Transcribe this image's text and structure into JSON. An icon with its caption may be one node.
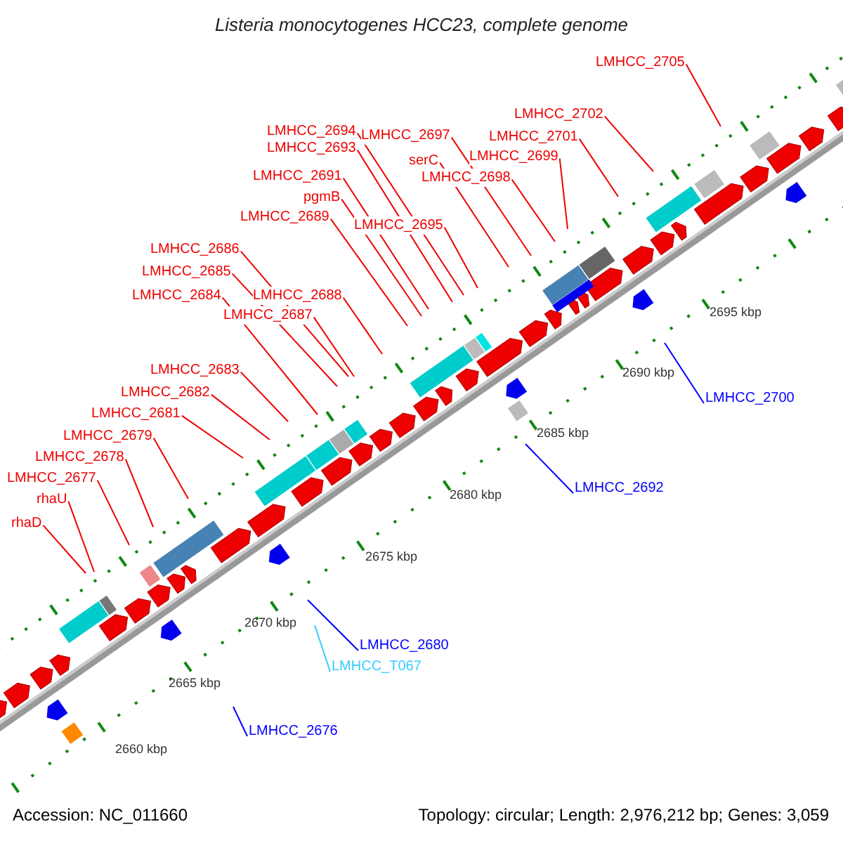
{
  "diagram": {
    "title": "Listeria monocytogenes HCC23, complete genome",
    "nodes": [
      {
        "text": [
          "LMHCC_2705"
        ]
      },
      {
        "text": [
          "LMHCC_2702"
        ]
      },
      {
        "text": [
          "LMHCC_2694"
        ]
      },
      {
        "text": [
          "LMHCC_2697"
        ]
      },
      {
        "text": [
          "LMHCC_2701"
        ]
      },
      {
        "text": [
          "LMHCC_2693"
        ]
      },
      {
        "text": [
          "LMHCC_2699"
        ]
      },
      {
        "text": [
          "serC"
        ]
      },
      {
        "text": [
          "LMHCC_2691"
        ]
      },
      {
        "text": [
          "LMHCC_2698"
        ]
      },
      {
        "text": [
          "pgmB"
        ]
      },
      {
        "text": [
          "LMHCC_2689"
        ]
      },
      {
        "text": [
          "LMHCC_2695"
        ]
      },
      {
        "text": [
          "LMHCC_2686"
        ]
      },
      {
        "text": [
          "LMHCC_2685"
        ]
      },
      {
        "text": [
          "LMHCC_2684"
        ]
      },
      {
        "text": [
          "LMHCC_2688"
        ]
      },
      {
        "text": [
          "LMHCC_2687"
        ]
      },
      {
        "text": [
          "LMHCC_2683"
        ]
      },
      {
        "text": [
          "LMHCC_2682"
        ]
      },
      {
        "text": [
          "LMHCC_2700"
        ]
      },
      {
        "text": [
          "LMHCC_2681"
        ]
      },
      {
        "text": [
          "LMHCC_2679"
        ]
      },
      {
        "text": [
          "LMHCC_2678"
        ]
      },
      {
        "text": [
          "LMHCC_2677"
        ]
      },
      {
        "text": [
          "LMHCC_2692"
        ]
      },
      {
        "text": [
          "rhaU"
        ]
      },
      {
        "text": [
          "rhaD"
        ]
      },
      {
        "text": [
          "LMHCC_2680"
        ]
      },
      {
        "text": [
          "LMHCC_T067"
        ]
      },
      {
        "text": [
          "LMHCC_2676"
        ]
      }
    ],
    "edges": [
      {
        "from": 0,
        "to": null,
        "arrow": "none"
      },
      {
        "from": 1,
        "to": null,
        "arrow": "none"
      },
      {
        "from": 2,
        "to": null,
        "arrow": "none"
      },
      {
        "from": 3,
        "to": null,
        "arrow": "none"
      },
      {
        "from": 4,
        "to": null,
        "arrow": "none"
      },
      {
        "from": 5,
        "to": null,
        "arrow": "none"
      },
      {
        "from": 6,
        "to": null,
        "arrow": "none"
      },
      {
        "from": 7,
        "to": null,
        "arrow": "none"
      },
      {
        "from": 8,
        "to": null,
        "arrow": "none"
      },
      {
        "from": 9,
        "to": null,
        "arrow": "none"
      },
      {
        "from": 10,
        "to": null,
        "arrow": "none"
      },
      {
        "from": 11,
        "to": null,
        "arrow": "none"
      },
      {
        "from": 12,
        "to": null,
        "arrow": "none"
      },
      {
        "from": 13,
        "to": null,
        "arrow": "none"
      },
      {
        "from": 14,
        "to": null,
        "arrow": "none"
      },
      {
        "from": 15,
        "to": null,
        "arrow": "none"
      },
      {
        "from": 16,
        "to": null,
        "arrow": "none"
      },
      {
        "from": 17,
        "to": null,
        "arrow": "none"
      },
      {
        "from": 18,
        "to": null,
        "arrow": "none"
      },
      {
        "from": 19,
        "to": null,
        "arrow": "none"
      },
      {
        "from": 20,
        "to": null,
        "arrow": "none",
        "color": "#0000ff"
      },
      {
        "from": 21,
        "to": null,
        "arrow": "none"
      },
      {
        "from": 22,
        "to": null,
        "arrow": "none"
      },
      {
        "from": 23,
        "to": null,
        "arrow": "none"
      },
      {
        "from": 24,
        "to": null,
        "arrow": "none"
      },
      {
        "from": 25,
        "to": null,
        "arrow": "none",
        "color": "#0000ff"
      },
      {
        "from": 26,
        "to": null,
        "arrow": "none"
      },
      {
        "from": 27,
        "to": null,
        "arrow": "none"
      },
      {
        "from": 28,
        "to": null,
        "arrow": "none",
        "color": "#0000ff"
      },
      {
        "from": 29,
        "to": null,
        "arrow": "none",
        "color": "#33ccff"
      },
      {
        "from": 30,
        "to": null,
        "arrow": "none",
        "color": "#0000ff"
      }
    ],
    "labels": [
      "2695 kbp",
      "2690 kbp",
      "2685 kbp",
      "2680 kbp",
      "2675 kbp",
      "2670 kbp",
      "2665 kbp",
      "2660 kbp",
      "Accession: NC_011660",
      "Topology: circular; Length: 2,976,212 bp; Genes: 3,059"
    ]
  }
}
